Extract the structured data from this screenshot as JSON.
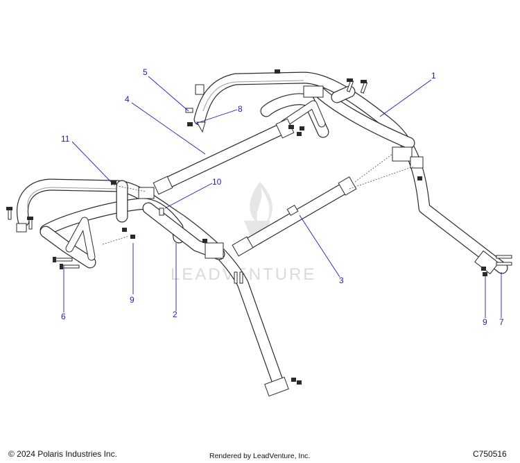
{
  "diagram": {
    "callouts": [
      {
        "id": "1",
        "text": "1"
      },
      {
        "id": "2",
        "text": "2"
      },
      {
        "id": "3",
        "text": "3"
      },
      {
        "id": "4",
        "text": "4"
      },
      {
        "id": "5",
        "text": "5"
      },
      {
        "id": "6",
        "text": "6"
      },
      {
        "id": "7",
        "text": "7"
      },
      {
        "id": "8",
        "text": "8"
      },
      {
        "id": "9a",
        "text": "9"
      },
      {
        "id": "9b",
        "text": "9"
      },
      {
        "id": "10",
        "text": "10"
      },
      {
        "id": "11",
        "text": "11"
      }
    ],
    "watermark": "LEADVENTURE",
    "watermark_icon": "leadventure-flame-logo"
  },
  "footer": {
    "copyright": "© 2024 Polaris Industries Inc.",
    "rendered_by": "Rendered by LeadVenture, Inc.",
    "drawing_number": "C750516"
  },
  "colors": {
    "callout": "#1c1cb8",
    "line": "#2a2a2a",
    "watermark": "#dadada"
  }
}
